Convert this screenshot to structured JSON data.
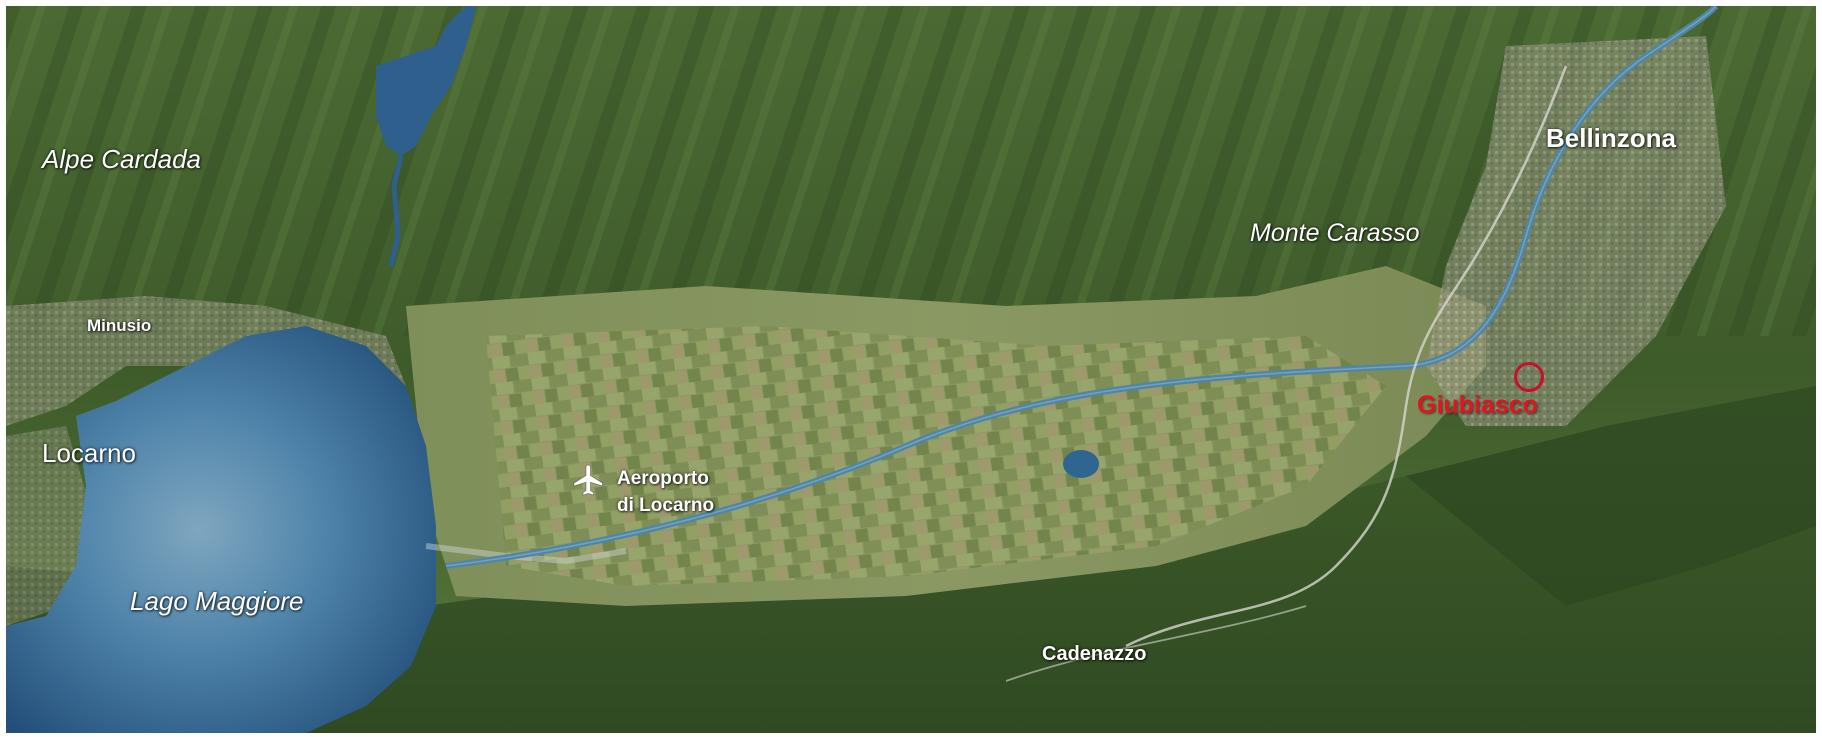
{
  "map": {
    "labels": {
      "alpe_cardada": "Alpe Cardada",
      "minusio": "Minusio",
      "locarno": "Locarno",
      "lago_maggiore": "Lago Maggiore",
      "aeroporto_line1": "Aeroporto",
      "aeroporto_line2": "di Locarno",
      "monte_carasso": "Monte Carasso",
      "bellinzona": "Bellinzona",
      "giubiasco": "Giubiasco",
      "cadenazzo": "Cadenazzo"
    },
    "icons": {
      "airport": "airplane-icon",
      "location_marker": "circle-marker"
    },
    "colors": {
      "highlight": "#e2141c",
      "marker": "#c8102e",
      "label": "#ffffff",
      "lake": "#3a6f9e",
      "river": "#4f86a8"
    }
  }
}
